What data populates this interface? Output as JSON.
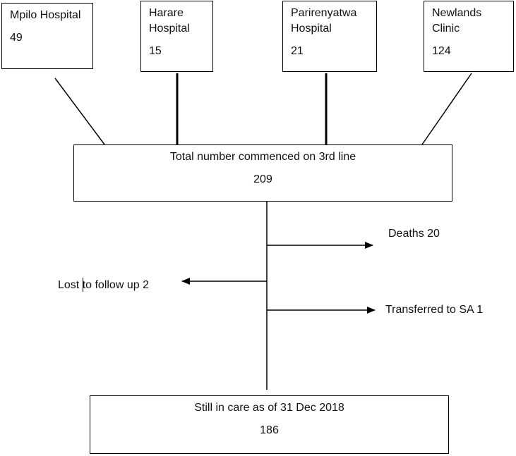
{
  "sites": [
    {
      "name": "Mpilo Hospital",
      "count": "49"
    },
    {
      "name": "Harare Hospital",
      "count": "15"
    },
    {
      "name": "Parirenyatwa Hospital",
      "count": "21"
    },
    {
      "name": "Newlands Clinic",
      "count": "124"
    }
  ],
  "total": {
    "label": "Total number commenced on 3rd line",
    "count": "209"
  },
  "outcomes": {
    "deaths": "Deaths 20",
    "lost": "Lost to follow up 2",
    "transferred": "Transferred to SA 1"
  },
  "final": {
    "label": "Still in care as of 31 Dec 2018",
    "count": "186"
  },
  "colors": {
    "line": "#000000",
    "background": "#ffffff"
  }
}
